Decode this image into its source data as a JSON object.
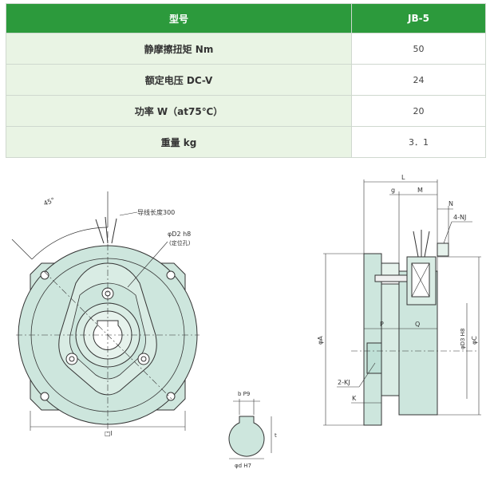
{
  "table": {
    "header": {
      "model_label": "型号",
      "model_value": "JB-5"
    },
    "rows": [
      {
        "label": "静摩擦扭矩 Nm",
        "value": "50"
      },
      {
        "label": "额定电压 DC-V",
        "value": "24"
      },
      {
        "label": "功率 W（at75℃）",
        "value": "20"
      },
      {
        "label": "重量 kg",
        "value": "3．1"
      }
    ]
  },
  "drawing": {
    "front": {
      "angle": "45°",
      "lead_length": "导线长度300",
      "pin_hole": "φD2 h8",
      "pin_hole_note": "(定位孔)",
      "square_size": "□I"
    },
    "keyway": {
      "key_width": "b P9",
      "key_height": "t",
      "bore": "φd H7"
    },
    "side": {
      "L": "L",
      "g": "g",
      "M": "M",
      "N": "N",
      "NJ": "4-NJ",
      "P": "P",
      "Q": "Q",
      "A": "φA",
      "C": "φC",
      "D3": "φD3 H8",
      "KJ": "2-KJ",
      "K": "K"
    }
  },
  "colors": {
    "header_green": "#2c9a3c",
    "label_bg": "#e9f4e4",
    "part_green": "#cde6dd"
  }
}
